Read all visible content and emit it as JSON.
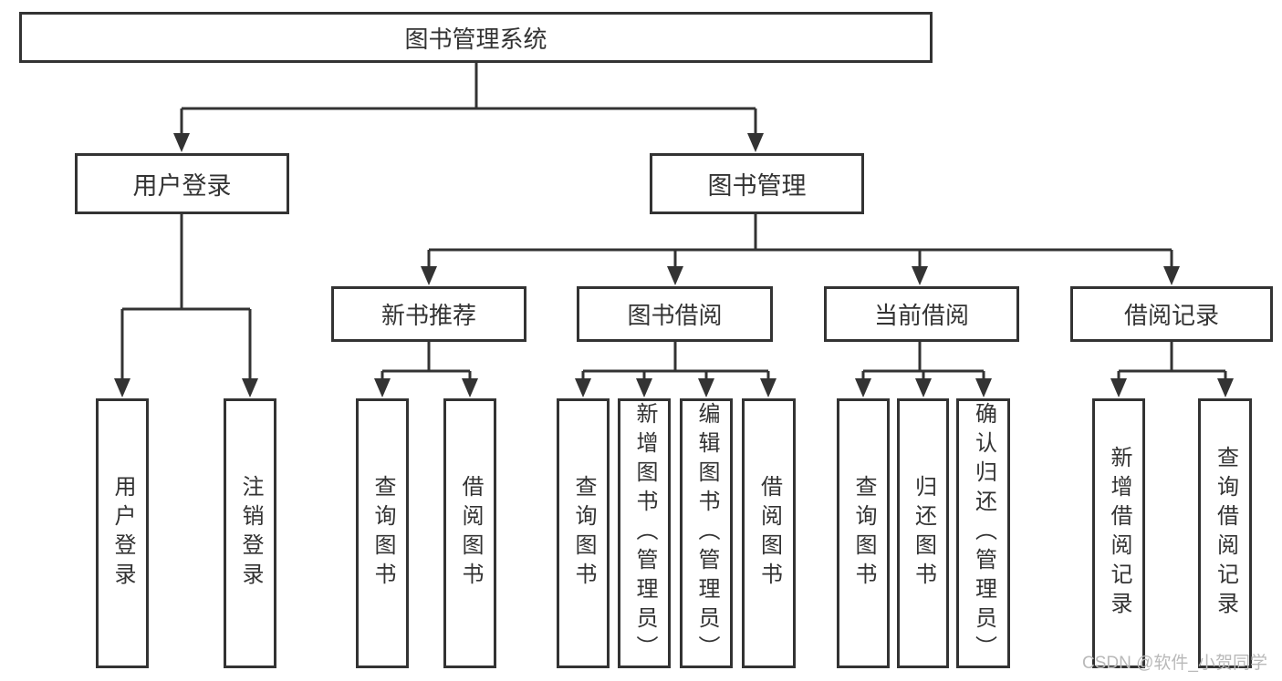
{
  "diagram": {
    "type": "hierarchy-tree",
    "root": "图书管理系统",
    "hierarchy": {
      "图书管理系统": [
        "用户登录",
        "图书管理"
      ],
      "用户登录": [
        "用户登录",
        "注销登录"
      ],
      "图书管理": [
        "新书推荐",
        "图书借阅",
        "当前借阅",
        "借阅记录"
      ],
      "新书推荐": [
        "查询图书",
        "借阅图书"
      ],
      "图书借阅": [
        "查询图书",
        "新增图书（管理员）",
        "编辑图书（管理员）",
        "借阅图书"
      ],
      "当前借阅": [
        "查询图书",
        "归还图书",
        "确认归还（管理员）"
      ],
      "借阅记录": [
        "新增借阅记录",
        "查询借阅记录"
      ]
    }
  },
  "nodes": {
    "root": {
      "label": "图书管理系统"
    },
    "user_login_module": {
      "label": "用户登录"
    },
    "book_management": {
      "label": "图书管理"
    },
    "new_book_recommend": {
      "label": "新书推荐"
    },
    "book_borrowing": {
      "label": "图书借阅"
    },
    "current_borrowing": {
      "label": "当前借阅"
    },
    "borrowing_records": {
      "label": "借阅记录"
    },
    "leaf_user_login": {
      "label": "用户登录"
    },
    "leaf_logout": {
      "label": "注销登录"
    },
    "leaf_query_books_1": {
      "label": "查询图书"
    },
    "leaf_borrow_books_1": {
      "label": "借阅图书"
    },
    "leaf_query_books_2": {
      "label": "查询图书"
    },
    "leaf_add_books_admin": {
      "label": "新增图书（管理员）"
    },
    "leaf_edit_books_admin": {
      "label": "编辑图书（管理员）"
    },
    "leaf_borrow_books_2": {
      "label": "借阅图书"
    },
    "leaf_query_books_3": {
      "label": "查询图书"
    },
    "leaf_return_books": {
      "label": "归还图书"
    },
    "leaf_confirm_return_admin": {
      "label": "确认归还（管理员）"
    },
    "leaf_add_borrow_record": {
      "label": "新增借阅记录"
    },
    "leaf_query_borrow_record": {
      "label": "查询借阅记录"
    }
  },
  "watermark": {
    "text": "CSDN @软件_小贺同学",
    "color": "#b9b9b9"
  },
  "colors": {
    "line": "#333333",
    "box_border": "#333333",
    "text": "#333333",
    "background": "#ffffff"
  }
}
